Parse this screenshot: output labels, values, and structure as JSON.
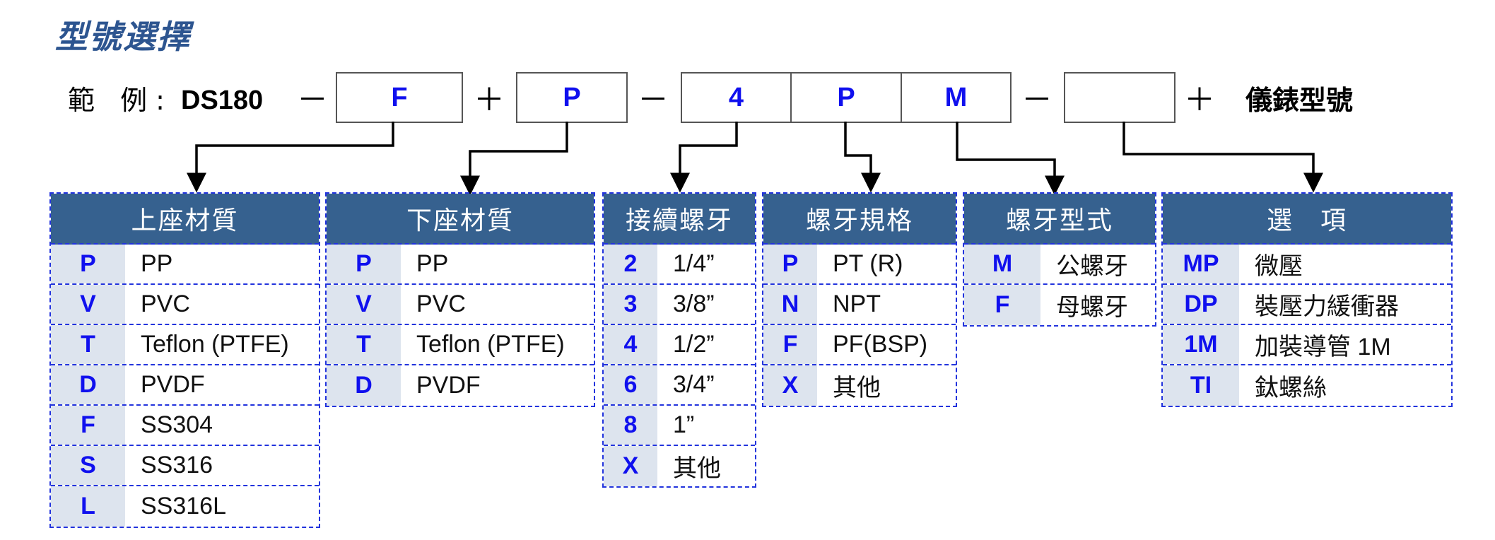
{
  "title": "型號選擇",
  "example": {
    "label": "範 例:",
    "model": "DS180",
    "ops": [
      "－",
      "＋",
      "－",
      "－",
      "＋"
    ],
    "boxes": [
      "F",
      "P",
      "4",
      "P",
      "M",
      ""
    ],
    "suffix": "儀錶型號"
  },
  "tables": [
    {
      "header": "上座材質",
      "rows": [
        {
          "code": "P",
          "desc": "PP"
        },
        {
          "code": "V",
          "desc": "PVC"
        },
        {
          "code": "T",
          "desc": "Teflon (PTFE)"
        },
        {
          "code": "D",
          "desc": "PVDF"
        },
        {
          "code": "F",
          "desc": "SS304"
        },
        {
          "code": "S",
          "desc": "SS316"
        },
        {
          "code": "L",
          "desc": "SS316L"
        }
      ]
    },
    {
      "header": "下座材質",
      "rows": [
        {
          "code": "P",
          "desc": "PP"
        },
        {
          "code": "V",
          "desc": "PVC"
        },
        {
          "code": "T",
          "desc": "Teflon (PTFE)"
        },
        {
          "code": "D",
          "desc": "PVDF"
        }
      ]
    },
    {
      "header": "接續螺牙",
      "rows": [
        {
          "code": "2",
          "desc": "1/4”"
        },
        {
          "code": "3",
          "desc": "3/8”"
        },
        {
          "code": "4",
          "desc": "1/2”"
        },
        {
          "code": "6",
          "desc": "3/4”"
        },
        {
          "code": "8",
          "desc": "1”"
        },
        {
          "code": "X",
          "desc": "其他"
        }
      ]
    },
    {
      "header": "螺牙規格",
      "rows": [
        {
          "code": "P",
          "desc": "PT (R)"
        },
        {
          "code": "N",
          "desc": "NPT"
        },
        {
          "code": "F",
          "desc": "PF(BSP)"
        },
        {
          "code": "X",
          "desc": "其他"
        }
      ]
    },
    {
      "header": "螺牙型式",
      "rows": [
        {
          "code": "M",
          "desc": "公螺牙"
        },
        {
          "code": "F",
          "desc": "母螺牙"
        }
      ]
    },
    {
      "header": "選　項",
      "rows": [
        {
          "code": "MP",
          "desc": "微壓"
        },
        {
          "code": "DP",
          "desc": "裝壓力緩衝器"
        },
        {
          "code": "1M",
          "desc": "加裝導管 1M"
        },
        {
          "code": "TI",
          "desc": "鈦螺絲"
        }
      ]
    }
  ]
}
